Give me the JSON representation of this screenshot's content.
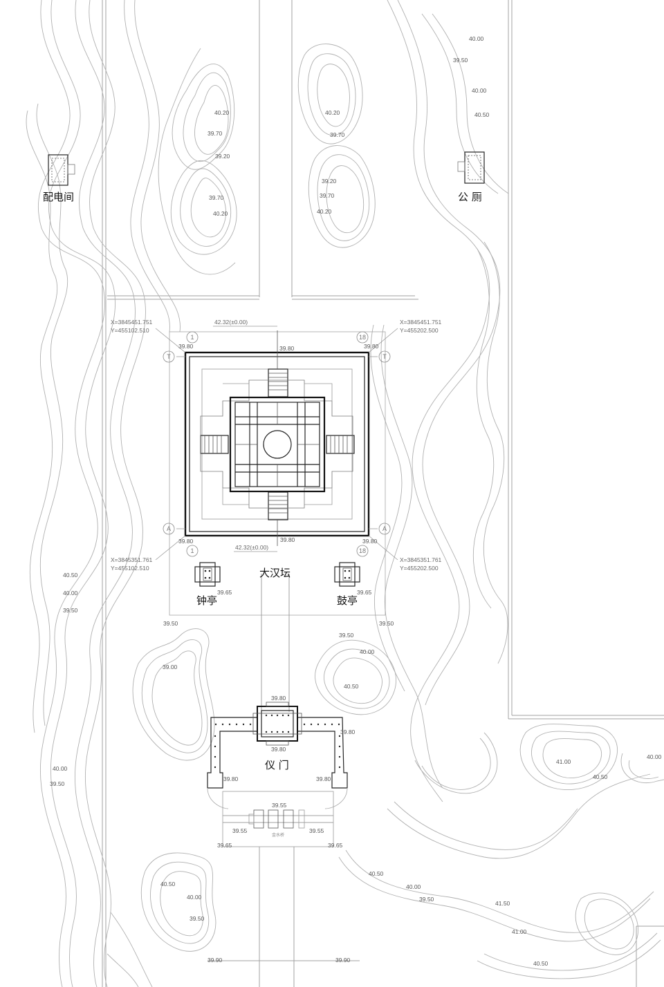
{
  "buildings": {
    "substation": "配电间",
    "toilet": "公 厕",
    "altar": "大汉坛",
    "bell_pavilion": "钟亭",
    "drum_pavilion": "鼓亭",
    "gate": "仪 门",
    "bridge": "金水桥"
  },
  "coordinates": {
    "nw": {
      "x": "X=3845451.751",
      "y": "Y=455102.510"
    },
    "ne": {
      "x": "X=3845451.751",
      "y": "Y=455202.500"
    },
    "sw": {
      "x": "X=3845351.761",
      "y": "Y=455102.510"
    },
    "se": {
      "x": "X=3845351.761",
      "y": "Y=455202.500"
    }
  },
  "altar_levels": {
    "north": "42.32(±0.00)",
    "south": "42.32(±0.00)"
  },
  "grid_labels": {
    "one": "1",
    "eighteen": "18",
    "t": "T",
    "a": "A"
  },
  "elevations": [
    "40.00",
    "39.50",
    "40.00",
    "40.50",
    "40.20",
    "39.70",
    "39.20",
    "39.70",
    "40.20",
    "40.20",
    "39.70",
    "39.20",
    "39.70",
    "40.20",
    "39.80",
    "39.80",
    "39.80",
    "39.80",
    "39.80",
    "39.80",
    "39.65",
    "39.65",
    "39.50",
    "39.50",
    "40.50",
    "40.00",
    "39.50",
    "39.00",
    "39.50",
    "40.00",
    "40.50",
    "39.80",
    "39.80",
    "39.80",
    "39.80",
    "39.80",
    "40.00",
    "39.50",
    "39.55",
    "39.55",
    "39.55",
    "39.65",
    "39.65",
    "41.00",
    "40.50",
    "40.00",
    "40.50",
    "40.00",
    "39.50",
    "40.50",
    "40.00",
    "39.50",
    "41.50",
    "41.00",
    "40.50",
    "39.90",
    "39.90"
  ]
}
